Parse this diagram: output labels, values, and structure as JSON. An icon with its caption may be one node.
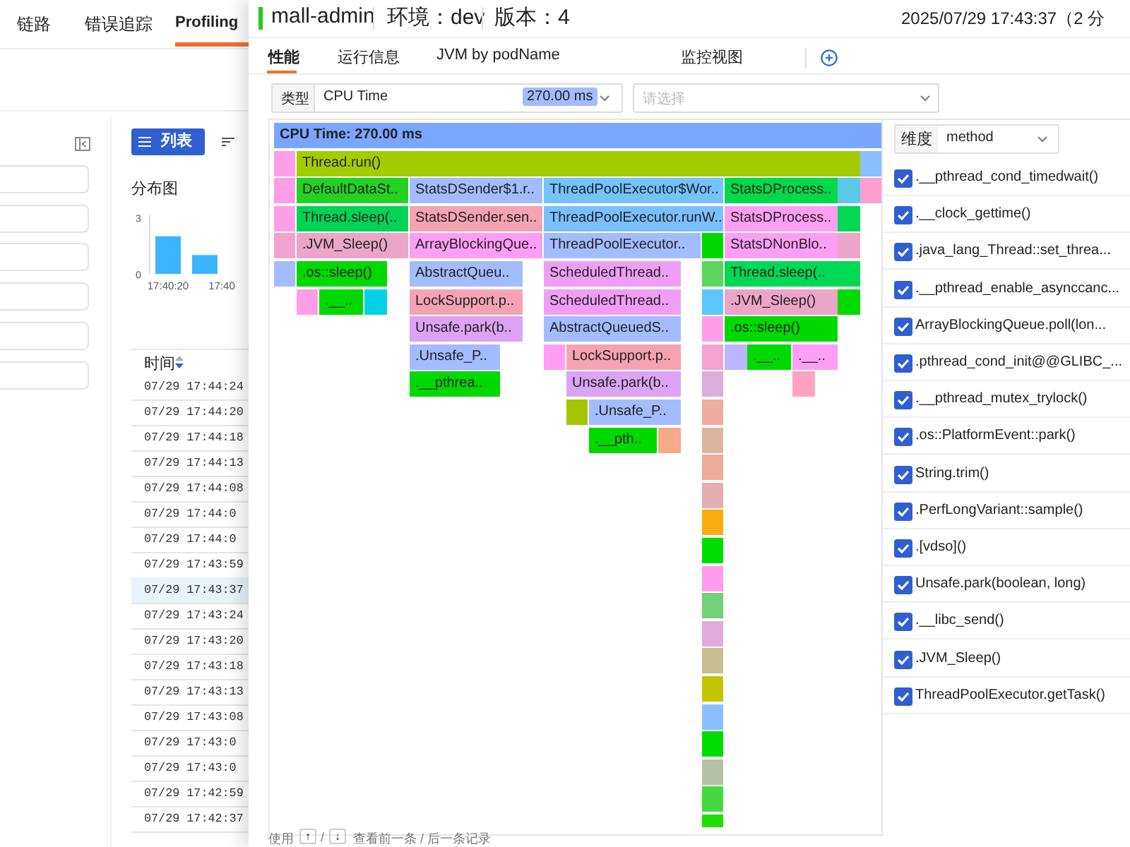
{
  "diagram": {
    "nodes": [
      {
        "text": [
          "CPU Time: 270.00 ms"
        ]
      },
      {
        "text": [],
        "shape": "bar"
      },
      {
        "text": [
          "Thread.run()"
        ]
      },
      {
        "text": [],
        "shape": "bar"
      },
      {
        "text": [],
        "shape": "bar"
      },
      {
        "text": [
          "DefaultDataSt.."
        ]
      },
      {
        "text": [
          "StatsDSender$1.r.."
        ]
      },
      {
        "text": [
          "ThreadPoolExecutor$Wor.."
        ]
      },
      {
        "text": [
          "StatsDProcess.."
        ]
      },
      {
        "text": [],
        "shape": "bar"
      },
      {
        "text": [],
        "shape": "bar"
      },
      {
        "text": [],
        "shape": "bar"
      },
      {
        "text": [
          "Thread.sleep(.."
        ]
      },
      {
        "text": [
          "StatsDSender.sen.."
        ]
      },
      {
        "text": [
          "ThreadPoolExecutor.runW.."
        ]
      },
      {
        "text": [
          "StatsDProcess.."
        ]
      },
      {
        "text": [],
        "shape": "bar"
      },
      {
        "text": [],
        "shape": "bar"
      },
      {
        "text": [
          ".JVM_Sleep()"
        ]
      },
      {
        "text": [
          "ArrayBlockingQue.."
        ]
      },
      {
        "text": [
          "ThreadPoolExecutor.."
        ]
      },
      {
        "text": [],
        "shape": "bar"
      },
      {
        "text": [
          "StatsDNonBlo.."
        ]
      },
      {
        "text": [],
        "shape": "bar"
      },
      {
        "text": [],
        "shape": "bar"
      },
      {
        "text": [
          ".os::sleep()"
        ]
      },
      {
        "text": [
          "AbstractQueu.."
        ]
      },
      {
        "text": [
          "ScheduledThread.."
        ]
      },
      {
        "text": [],
        "shape": "bar"
      },
      {
        "text": [
          "Thread.sleep(.."
        ]
      },
      {
        "text": [],
        "shape": "bar"
      },
      {
        "text": [],
        "shape": "bar"
      },
      {
        "text": [
          ".__.."
        ]
      },
      {
        "text": [],
        "shape": "bar"
      },
      {
        "text": [
          "LockSupport.p.."
        ]
      },
      {
        "text": [
          "ScheduledThread.."
        ]
      },
      {
        "text": [],
        "shape": "bar"
      },
      {
        "text": [
          ".JVM_Sleep()"
        ]
      },
      {
        "text": [],
        "shape": "bar"
      },
      {
        "text": [
          "Unsafe.park(b.."
        ]
      },
      {
        "text": [
          "AbstractQueuedS.."
        ]
      },
      {
        "text": [],
        "shape": "bar"
      },
      {
        "text": [
          ".os::sleep()"
        ]
      },
      {
        "text": [
          ".Unsafe_P.."
        ]
      },
      {
        "text": [],
        "shape": "bar"
      },
      {
        "text": [
          "LockSupport.p.."
        ]
      },
      {
        "text": [],
        "shape": "bar"
      },
      {
        "text": [],
        "shape": "bar"
      },
      {
        "text": [
          ".__.."
        ]
      },
      {
        "text": [
          ".__.."
        ]
      },
      {
        "text": [
          ".__pthrea.."
        ]
      },
      {
        "text": [
          "Unsafe.park(b.."
        ]
      },
      {
        "text": [],
        "shape": "bar"
      },
      {
        "text": [],
        "shape": "bar"
      },
      {
        "text": [],
        "shape": "bar"
      },
      {
        "text": [
          ".Unsafe_P.."
        ]
      },
      {
        "text": [],
        "shape": "bar"
      },
      {
        "text": [
          ".__pth.."
        ]
      },
      {
        "text": [],
        "shape": "bar"
      },
      {
        "text": [],
        "shape": "bar"
      },
      {
        "text": [],
        "shape": "bar"
      },
      {
        "text": [],
        "shape": "bar"
      },
      {
        "text": [],
        "shape": "bar"
      },
      {
        "text": [],
        "shape": "bar"
      },
      {
        "text": [],
        "shape": "bar"
      },
      {
        "text": [],
        "shape": "bar"
      },
      {
        "text": [],
        "shape": "bar"
      },
      {
        "text": [],
        "shape": "bar"
      },
      {
        "text": [],
        "shape": "bar"
      },
      {
        "text": [],
        "shape": "bar"
      },
      {
        "text": [],
        "shape": "bar"
      },
      {
        "text": [],
        "shape": "bar"
      },
      {
        "text": [],
        "shape": "bar"
      },
      {
        "text": [],
        "shape": "bar"
      }
    ],
    "labels": [
      "链路",
      "错误追踪",
      "Profiling",
      "列表",
      "分布图",
      "时间",
      "07/29 17:44:24",
      "07/29 17:44:20",
      "07/29 17:44:18",
      "07/29 17:44:13",
      "07/29 17:44:08",
      "07/29 17:44:0",
      "07/29 17:44:0",
      "07/29 17:43:59",
      "07/29 17:43:37",
      "07/29 17:43:24",
      "07/29 17:43:20",
      "07/29 17:43:18",
      "07/29 17:43:13",
      "07/29 17:43:08",
      "07/29 17:43:0",
      "07/29 17:43:0",
      "07/29 17:42:59",
      "07/29 17:42:37",
      "mall-admin",
      "环境：dev",
      "版本：4",
      "2025/07/29 17:43:37（2 分",
      "性能",
      "运行信息",
      "JVM by podName",
      "监控视图",
      "类型",
      "CPU Time",
      "270.00 ms",
      "请选择",
      "维度",
      "method",
      ".__pthread_cond_timedwait()",
      ".__clock_gettime()",
      ".java_lang_Thread::set_threa...",
      ".__pthread_enable_asynccanc...",
      "ArrayBlockingQueue.poll(lon...",
      ".pthread_cond_init@@GLIBC_...",
      ".__pthread_mutex_trylock()",
      ".os::PlatformEvent::park()",
      "String.trim()",
      ".PerfLongVariant::sample()",
      ".[vdso]()",
      "Unsafe.park(boolean, long)",
      ".__libc_send()",
      ".JVM_Sleep()",
      "ThreadPoolExecutor.getTask()",
      "使用",
      "↑",
      "/",
      "↓",
      "查看前一条 / 后一条记录"
    ],
    "chart_data": {
      "type": "bar",
      "categories": [
        "17:40:20",
        "17:40"
      ],
      "values": [
        2,
        1
      ],
      "yticks": [
        0,
        3
      ],
      "ylim": [
        0,
        3
      ]
    }
  }
}
